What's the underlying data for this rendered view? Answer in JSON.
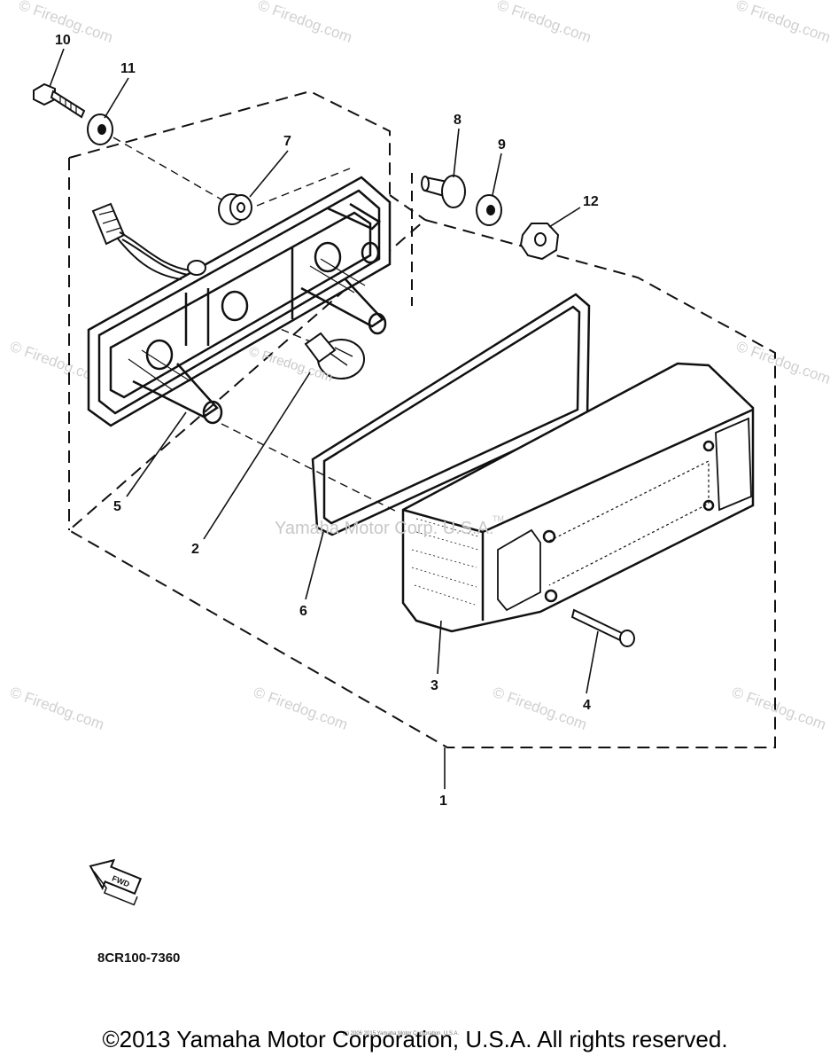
{
  "diagram": {
    "callouts": [
      {
        "id": "10",
        "label": "10"
      },
      {
        "id": "11",
        "label": "11"
      },
      {
        "id": "7",
        "label": "7"
      },
      {
        "id": "8",
        "label": "8"
      },
      {
        "id": "9",
        "label": "9"
      },
      {
        "id": "12",
        "label": "12"
      },
      {
        "id": "5",
        "label": "5"
      },
      {
        "id": "2",
        "label": "2"
      },
      {
        "id": "6",
        "label": "6"
      },
      {
        "id": "3",
        "label": "3"
      },
      {
        "id": "4",
        "label": "4"
      },
      {
        "id": "1",
        "label": "1"
      }
    ],
    "part_code": "8CR100-7360",
    "fwd_label": "FWD",
    "bulb_watermark": "© Firedog.com",
    "center_watermark": "Yamaha Motor Corp. U.S.A.",
    "tm_mark": "TM",
    "watermark_text": "© Firedog.com",
    "tiny_notice": "(c) 2006 2015 Yamaha Motor Corporation, U.S.A."
  },
  "footer": {
    "copyright": "©2013 Yamaha Motor Corporation, U.S.A. All rights reserved."
  }
}
